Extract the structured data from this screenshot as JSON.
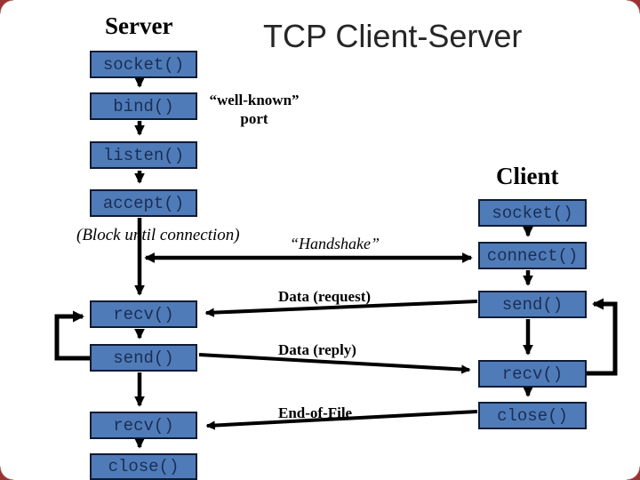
{
  "slide": {
    "title": "TCP Client-Server",
    "server": {
      "heading": "Server",
      "steps": [
        "socket()",
        "bind()",
        "listen()",
        "accept()",
        "recv()",
        "send()",
        "recv()",
        "close()"
      ]
    },
    "client": {
      "heading": "Client",
      "steps": [
        "socket()",
        "connect()",
        "send()",
        "recv()",
        "close()"
      ]
    },
    "annotations": {
      "well_known_line1": "“well-known”",
      "well_known_line2": "port",
      "block_until": "(Block until connection)",
      "handshake": "“Handshake”",
      "data_request": "Data (request)",
      "data_reply": "Data (reply)",
      "end_of_file": "End-of-File"
    },
    "colors": {
      "background": "#FFFFFF",
      "box_fill": "#4F7CB8",
      "box_border": "#0E1B33",
      "box_text": "#1C2D55",
      "arrow": "#000000",
      "corner_accent": "#9A3334"
    }
  }
}
